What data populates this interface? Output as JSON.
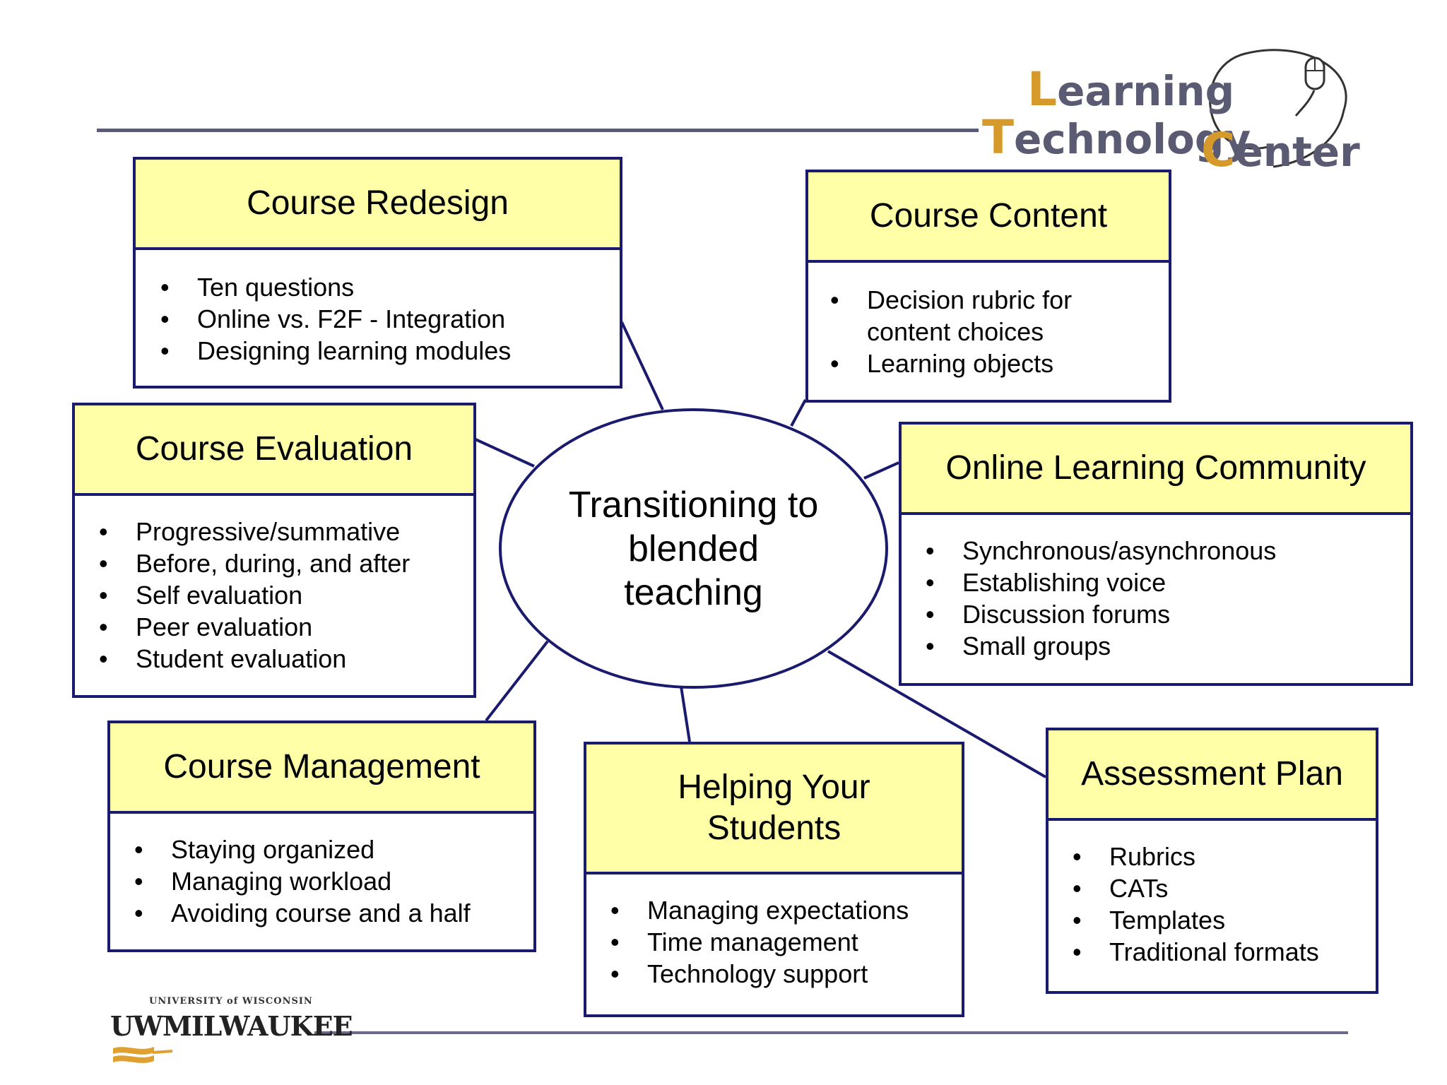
{
  "center": {
    "lines": [
      "Transitioning to",
      "blended",
      "teaching"
    ]
  },
  "boxes": {
    "course_redesign": {
      "title": "Course Redesign",
      "items": [
        "Ten questions",
        "Online vs. F2F - Integration",
        "Designing learning modules"
      ]
    },
    "course_content": {
      "title": "Course Content",
      "items": [
        "Decision rubric for content choices",
        "Learning objects"
      ]
    },
    "course_evaluation": {
      "title": "Course Evaluation",
      "items": [
        "Progressive/summative",
        "Before, during, and after",
        "Self evaluation",
        "Peer evaluation",
        "Student evaluation"
      ]
    },
    "online_learning_community": {
      "title": "Online Learning Community",
      "items": [
        "Synchronous/asynchronous",
        "Establishing voice",
        "Discussion forums",
        "Small groups"
      ]
    },
    "course_management": {
      "title": "Course Management",
      "items": [
        "Staying organized",
        "Managing workload",
        "Avoiding course and a half"
      ]
    },
    "helping_students": {
      "title": "Helping Your Students",
      "items": [
        "Managing expectations",
        "Time management",
        "Technology support"
      ]
    },
    "assessment_plan": {
      "title": "Assessment Plan",
      "items": [
        "Rubrics",
        "CATs",
        "Templates",
        "Traditional formats"
      ]
    }
  },
  "logos": {
    "ltc": {
      "learning_cap": "L",
      "learning_rest": "earning",
      "tech_cap": "T",
      "tech_rest": "echnology",
      "center_cap": "C",
      "center_rest": "enter"
    },
    "uwm": {
      "small": "UNIVERSITY of WISCONSIN",
      "big": "UWMILWAUKEE"
    }
  },
  "colors": {
    "border": "#1a1a6e",
    "header_fill": "#ffffa8",
    "logo_accent": "#d69a2a",
    "logo_gray": "#5a5a72"
  }
}
